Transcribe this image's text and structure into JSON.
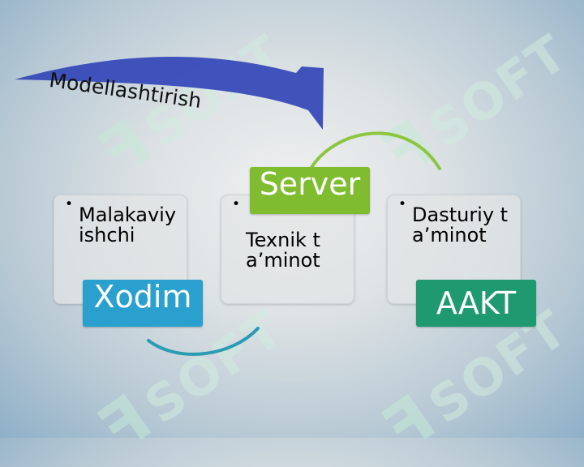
{
  "title": "Modellashtirish",
  "cards": [
    {
      "text": "Malakaviy ishchi"
    },
    {
      "text": "Texnik ta’minot"
    },
    {
      "text": "Dasturiy ta’minot"
    }
  ],
  "tags": [
    {
      "text": "Xodim",
      "color": "#2aa0cf"
    },
    {
      "text": "Server",
      "color": "#7fbc2f"
    },
    {
      "text": "AAKT",
      "color": "#1f9a70"
    }
  ],
  "watermark": "SOFT",
  "colors": {
    "arrow": "#3345b7",
    "connector_green": "#8cc63f",
    "connector_teal": "#2a9cb2"
  }
}
